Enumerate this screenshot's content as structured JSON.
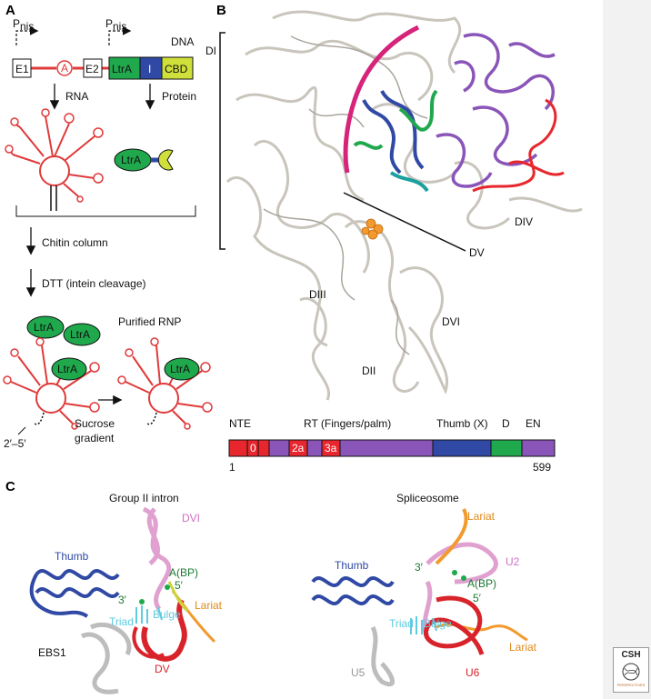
{
  "panels": {
    "a": "A",
    "b": "B",
    "c": "C"
  },
  "panel_a": {
    "promoter1": "P",
    "promoter1_sub": "nis",
    "promoter2": "P",
    "promoter2_sub": "nis",
    "dna_label": "DNA",
    "exon1": "E1",
    "intron_a": "A",
    "exon2": "E2",
    "ltra": "LtrA",
    "intein": "I",
    "cbd": "CBD",
    "rna_arrow": "RNA",
    "protein_arrow": "Protein",
    "protein_ltra": "LtrA",
    "step_chitin": "Chitin column",
    "step_dtt": "DTT (intein cleavage)",
    "free_ltra_1": "LtrA",
    "free_ltra_2": "LtrA",
    "bound_ltra_1": "LtrA",
    "purified": "Purified RNP",
    "bound_ltra_2": "LtrA",
    "linkage": "2′–5′",
    "sucrose_1": "Sucrose",
    "sucrose_2": "gradient"
  },
  "panel_b": {
    "di": "DI",
    "dii": "DII",
    "diii": "DIII",
    "div": "DIV",
    "dv": "DV",
    "dvi": "DVI",
    "domain_bar": {
      "segments": [
        {
          "label": "NTE",
          "color": "#e8262d"
        },
        {
          "label": "RT (Fingers/palm)",
          "color": "#8a55b8"
        },
        {
          "label": "Thumb (X)",
          "color": "#3049a4"
        },
        {
          "label": "D",
          "color": "#1fa84c"
        },
        {
          "label": "EN",
          "color": "#8a55b8"
        }
      ],
      "motifs": [
        "0",
        "2a",
        "3a"
      ],
      "start": "1",
      "end": "599"
    }
  },
  "panel_c": {
    "left_title": "Group II intron",
    "right_title": "Spliceosome",
    "left": {
      "thumb": "Thumb",
      "dvi": "DVI",
      "abp": "A(BP)",
      "five": "5′",
      "three": "3′",
      "lariat": "Lariat",
      "bulge": "Bulge",
      "triad": "Triad",
      "ebs1": "EBS1",
      "dv": "DV"
    },
    "right": {
      "thumb": "Thumb",
      "lariat_top": "Lariat",
      "u2": "U2",
      "three": "3′",
      "abp": "A(BP)",
      "five": "5′",
      "triad": "Triad",
      "bulge": "Bulge",
      "lariat": "Lariat",
      "u5": "U5",
      "u6": "U6"
    }
  },
  "logo": {
    "text": "CSH",
    "sub": "PERSPECTIVES"
  },
  "colors": {
    "rna_red": "#e03a3a",
    "ltra_green": "#1fa84c",
    "intein_blue": "#3049a4",
    "cbd_yellow": "#cfe03a",
    "magenta": "#d6247a",
    "purple": "#8a55b8",
    "orange": "#f29a2e",
    "cyan": "#5ecbe0",
    "pink": "#e0a0d0",
    "grey": "#bdbdbd"
  }
}
